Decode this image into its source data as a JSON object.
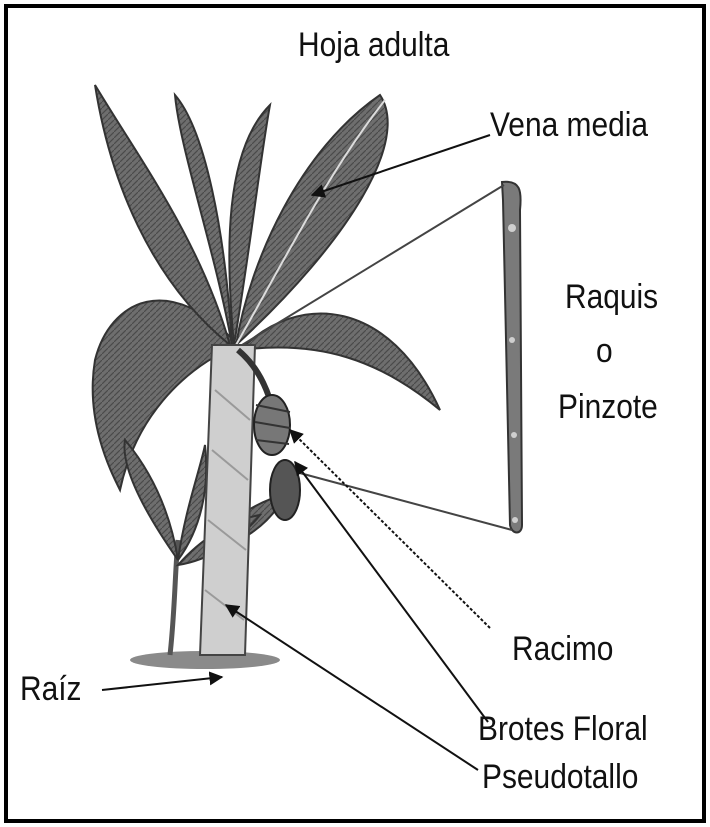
{
  "diagram": {
    "labels": {
      "hoja_adulta": "Hoja adulta",
      "vena_media": "Vena media",
      "raquis_1": "Raquis",
      "raquis_2": "o",
      "raquis_3": "Pinzote",
      "racimo": "Racimo",
      "raiz": "Raíz",
      "brotes_floral": "Brotes Floral",
      "pseudotallo": "Pseudotallo"
    },
    "colors": {
      "leaf": "#6f6f6f",
      "leaf_dark": "#3c3c3c",
      "stem": "#c8c8c8",
      "raquis": "#7a7a7a",
      "line": "#333333",
      "border": "#000000"
    }
  }
}
